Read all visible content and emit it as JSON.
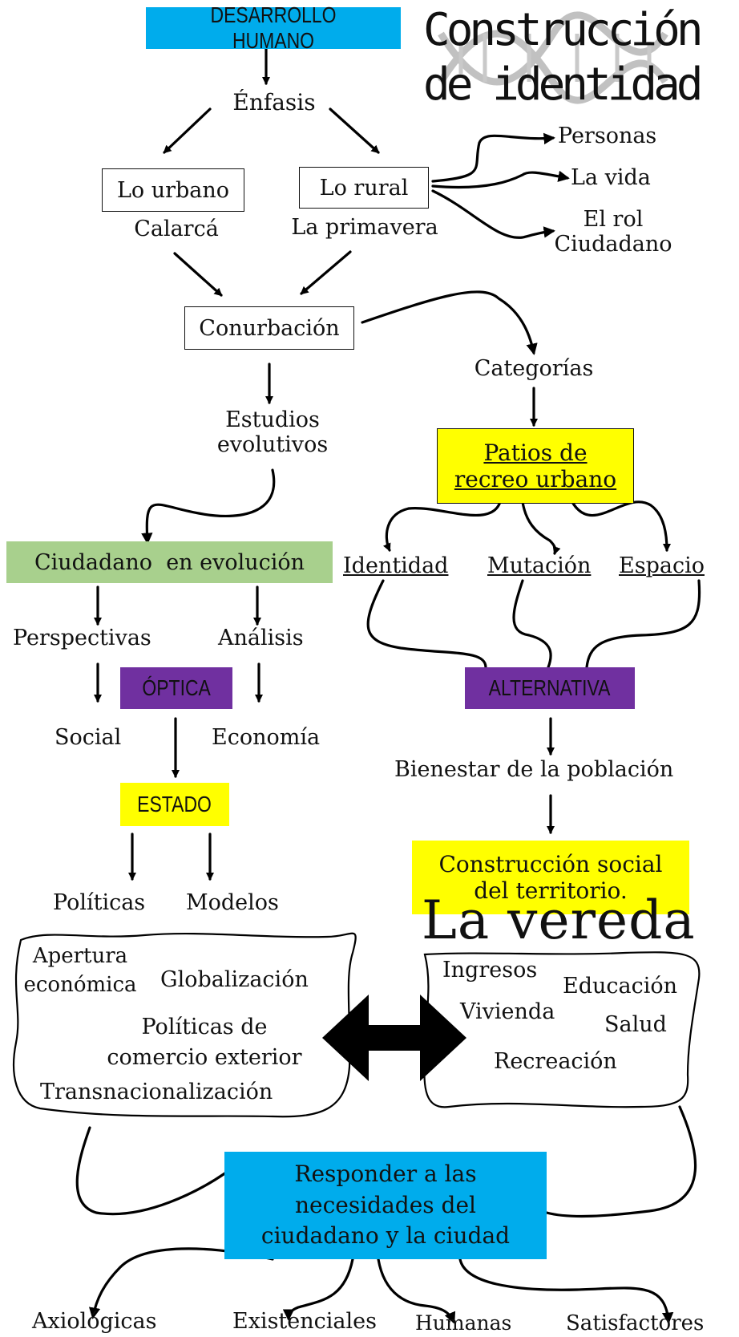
{
  "title": {
    "line1": "Construcción",
    "line2": "de identidad"
  },
  "nodes": {
    "desarrollo": "DESARROLLO HUMANO",
    "enfasis": "Énfasis",
    "lo_urbano": "Lo urbano",
    "lo_rural": "Lo rural",
    "calarca": "Calarcá",
    "la_primavera": "La primavera",
    "personas": "Personas",
    "la_vida": "La vida",
    "el_rol": "El rol",
    "ciudadano_word": "Ciudadano",
    "conurbacion": "Conurbación",
    "categorias": "Categorías",
    "estudios_1": "Estudios",
    "estudios_2": "evolutivos",
    "patios_1": "Patios de",
    "patios_2": "recreo urbano",
    "ciudadano_evol": "Ciudadano  en evolución",
    "identidad": "Identidad",
    "mutacion": "Mutación",
    "espacio": "Espacio",
    "perspectivas": "Perspectivas",
    "analisis": "Análisis",
    "optica": "ÓPTICA",
    "alternativa": "ALTERNATIVA",
    "social": "Social",
    "economia": "Economía",
    "bienestar": "Bienestar de la población",
    "estado": "ESTADO",
    "constr_social_1": "Construcción social",
    "constr_social_2": "del territorio.",
    "la_vereda": "La vereda",
    "politicas": "Políticas",
    "modelos": "Modelos",
    "apertura_1": "Apertura",
    "apertura_2": "económica",
    "globalizacion": "Globalización",
    "politicas_de": "Políticas de",
    "comercio": "comercio exterior",
    "transnacional": "Transnacionalización",
    "ingresos": "Ingresos",
    "educacion": "Educación",
    "vivienda": "Vivienda",
    "salud": "Salud",
    "recreacion": "Recreación",
    "responder_1": "Responder a las",
    "responder_2": "necesidades del",
    "responder_3": "ciudadano y la ciudad",
    "axiologicas": "Axiológicas",
    "existenciales": "Existenciales",
    "humanas": "Humanas",
    "satisfactores": "Satisfactores"
  },
  "colors": {
    "cyan": "#00acec",
    "yellow": "#ffff00",
    "green": "#a8d08d",
    "purple": "#7030a0"
  }
}
